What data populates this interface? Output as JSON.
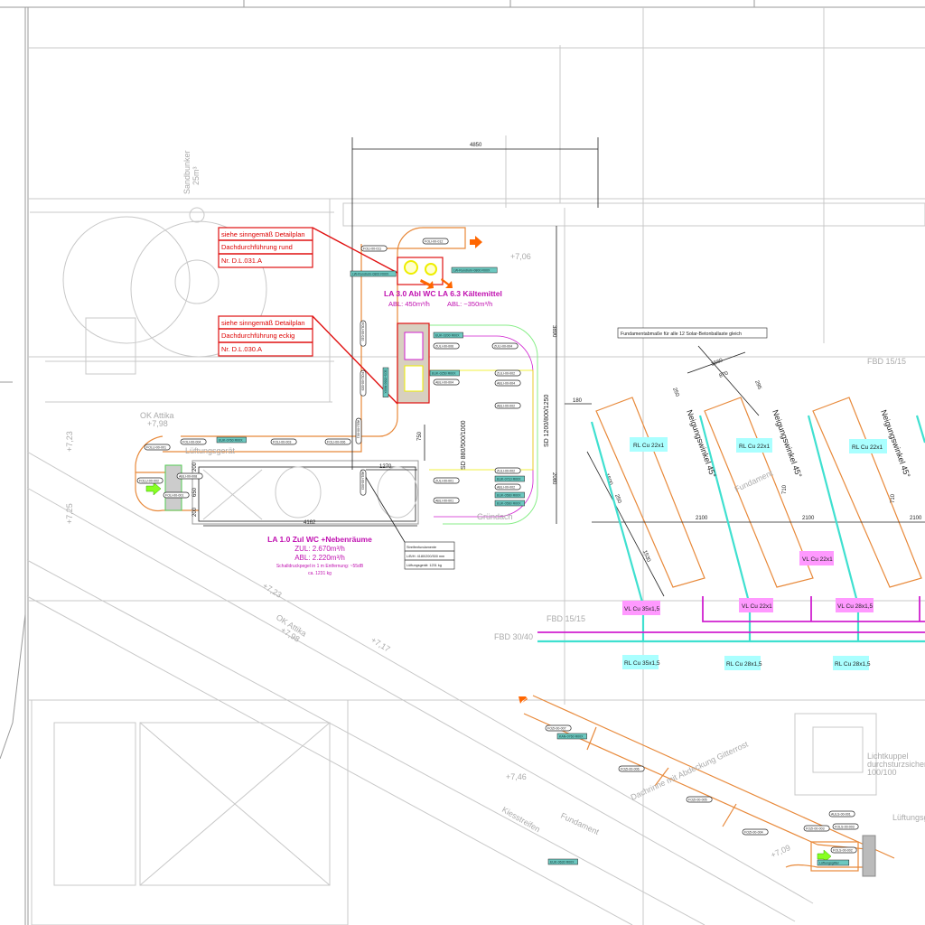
{
  "drawing": {
    "dimensions": {
      "top_width": "4850",
      "right_height": "3890",
      "lower_height": "2080",
      "offset": "180",
      "unit_depth": "750",
      "inner_width": "1270",
      "unit_length": "4162",
      "unit_h1": "200",
      "unit_h2": "650",
      "unit_h3": "200",
      "solar_1560": "1560",
      "solar_870": "870",
      "solar_250a": "250",
      "solar_295": "295",
      "solar_1500": "1500",
      "solar_250b": "250",
      "solar_1530": "1530",
      "spacing_a": "2100",
      "spacing_b": "2100",
      "spacing_c": "2100",
      "rise_a": "710",
      "rise_b": "710"
    },
    "callouts": [
      {
        "line1": "siehe sinngemäß Detailplan",
        "line2": "Dachdurchführung rund",
        "line3": "Nr. D.L.031.A"
      },
      {
        "line1": "siehe sinngemäß Detailplan",
        "line2": "Dachdurchführung eckig",
        "line3": "Nr. D.L.030.A"
      }
    ],
    "la30": {
      "title": "LA 3.0 Abl WC LA 6.3 Kältemittel",
      "abl1": "ABL: 450m³/h",
      "abl2": "ABL: ~350m³/h"
    },
    "la10": {
      "title": "LA 1.0 Zul WC +Nebenräume",
      "zul": "ZUL: 2.670m³/h",
      "abl": "ABL: 2.220m³/h",
      "noise": "Schalldruckpegel in 1 m Entfernung: ~55dB",
      "weight": "ca. 1231 kg"
    },
    "foundation_table": [
      "Streifenfundamente",
      "L/B/H: 4180/200/300 mm",
      "Lüftungsgerät: 1231 kg"
    ],
    "solar_note": "Fundamentabmaße für alle 12 Solar-Betonballaste gleich",
    "slope_label": "Neigungswinkel 45°",
    "pipe_labels": {
      "rl": [
        "RL Cu 22x1",
        "RL Cu 22x1",
        "RL Cu 22x1",
        "RL Cu 35x1,5",
        "RL Cu 28x1,5",
        "RL Cu 28x1,5"
      ],
      "vl": [
        "VL Cu 35x1,5",
        "VL Cu 22x1",
        "VL Cu 22x1",
        "VL Cu 28x1,5"
      ]
    },
    "area_labels": {
      "sandbunker": "Sandbunker",
      "sandbunker_vol": "25m³",
      "attika1": "OK Attika",
      "attika1_lvl": "+7,98",
      "attika2": "OK Attika",
      "attika2_lvl": "+7,98",
      "lvl_725": "+7,25",
      "lvl_723a": "+7,23",
      "lvl_723b": "+7,23",
      "lvl_706": "+7,06",
      "lvl_717": "+7,17",
      "lvl_746": "+7,46",
      "lvl_709": "+7,09",
      "lueftungsgeraet": "Lüftungsgerät",
      "lueftungsgeraet2": "Lüftungsgerät",
      "gruendach": "Gründach",
      "sd1": "SD 880/500/1000",
      "sd2": "SD 1200/800/1250",
      "fbd1": "FBD 15/15",
      "fbd2": "FBD 30/40",
      "fbd3": "FBD 15/15",
      "fundament": "Fundament",
      "fundament2": "Fundament",
      "lichtkuppel1": "Lichtkuppel",
      "lichtkuppel2": "durchsturzsicher",
      "lichtkuppel3": "100/100",
      "kiesstreifen": "Kiesstreifen",
      "rinne": "Dachrinne mit Abdeckung Gitterrost"
    },
    "duct_tags": [
      "FOLI-00-011",
      "FOLI-00-012",
      "FOLI-00-010",
      "FOLI-00-009",
      "ZULI-00-006",
      "ZULI-00-004",
      "ABLI-00-004",
      "ZULI-00-002",
      "ABLI-00-004",
      "ABLI-00-002",
      "ZULI-00-002",
      "ABLI-00-002",
      "ZULI-00-001",
      "ABLI-00-001",
      "FOLU-00-002",
      "FOLI-00-004",
      "FOLI-00-003",
      "FOLI-00-006",
      "FOLU-00-001",
      "ABLI-00-008",
      "FOLI-00-001",
      "FOZI-00-007",
      "FOZI-00-006",
      "FOZI-00-005",
      "FOZI-00-004",
      "FOZI-00-003",
      "FOLS-00-003",
      "AULS-00-001",
      "FOLS-00-002",
      "ABLI-00-001",
      "ABLI-00-003"
    ],
    "equipment_tags": [
      "EUK-0760 R00X",
      "LW-Rundrohr-0800 R00X",
      "LW-Rundrohr-0800 R00X",
      "EUK-0200 R00X",
      "EUK-0250 R00X",
      "EUK-0710 R00X",
      "EUK-0560 R00X",
      "EUK-0560 R00X",
      "KAN-0760 R00X",
      "EUK-0630 R00X",
      "SDS-0560 R00X",
      "Lüftungsgitter"
    ],
    "colors": {
      "callout": "#e01010",
      "duct": "#e8893a",
      "return_line": "#3fe0d0",
      "flow_line": "#d020d0",
      "label_text": "#c010b0"
    }
  }
}
